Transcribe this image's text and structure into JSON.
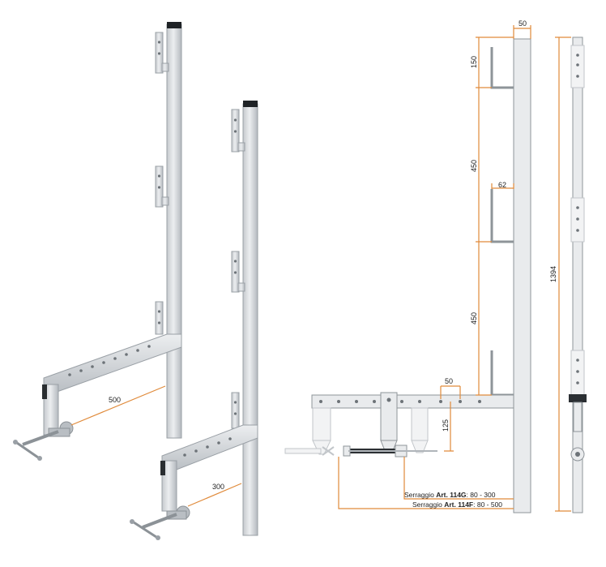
{
  "photo_labels": {
    "dim_500": "500",
    "dim_300": "300"
  },
  "drawing_labels": {
    "dim_top_width": "50",
    "dim_150": "150",
    "dim_450_upper": "450",
    "dim_62": "62",
    "dim_450_lower": "450",
    "dim_50_holes": "50",
    "dim_125": "125",
    "dim_1394": "1394"
  },
  "clamp_notes": {
    "note1_prefix": "Serraggio ",
    "note1_art": "Art. 114G",
    "note1_range": ": 80 - 300",
    "note2_prefix": "Serraggio ",
    "note2_art": "Art. 114F",
    "note2_range": ": 80 - 500"
  },
  "colors": {
    "dimension_line": "#e08a3a",
    "metal": "#d6d9dc",
    "outline": "#8e9499"
  },
  "icons": [
    "clamp-icon",
    "guardrail-post-icon"
  ]
}
